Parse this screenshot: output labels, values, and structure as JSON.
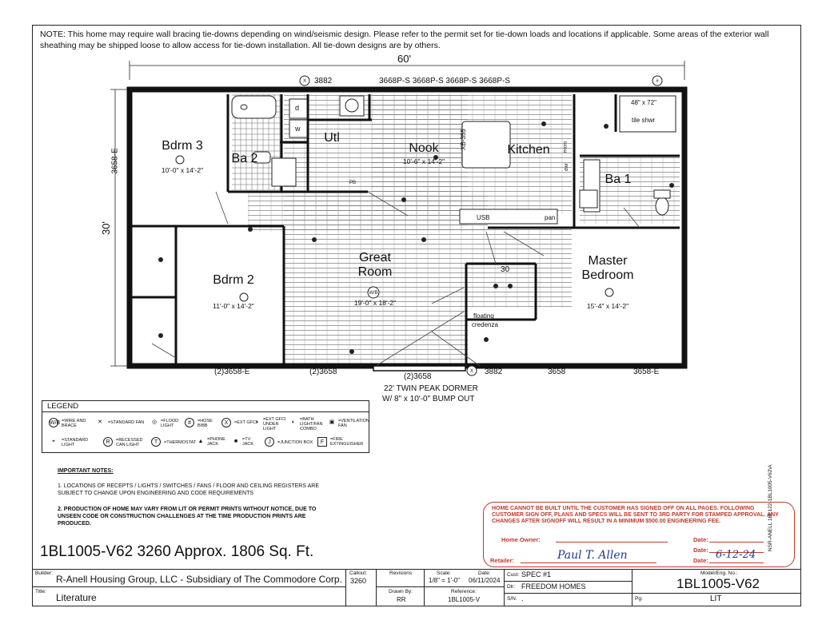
{
  "note": "NOTE: This home may require wall bracing tie-downs depending on wind/seismic design. Please refer to the permit set for tie-down loads and locations if applicable. Some areas of the exterior wall sheathing may be shipped loose to allow access for tie-down installation. All tie-down designs are by others.",
  "plan": {
    "overall_width": "60'",
    "overall_depth": "30'",
    "top_windows": "3668P-S 3668P-S 3668P-S 3668P-S",
    "top_left_window": "3882",
    "left_window": "3658-E",
    "bottom_windows": [
      "(2)3658-E",
      "(2)3658",
      "(2)3658",
      "3882",
      "3658",
      "3658-E"
    ],
    "dormer_note_1": "22' TWIN PEAK DORMER",
    "dormer_note_2": "W/ 8\" x 10'-0\" BUMP OUT",
    "rooms": {
      "bdrm3": {
        "name": "Bdrm 3",
        "size": "10'-0\" x 14'-2\""
      },
      "ba2": {
        "name": "Ba 2"
      },
      "utl": {
        "name": "Utl"
      },
      "nook": {
        "name": "Nook",
        "size": "10'-6\" x 14'-2\""
      },
      "kitchen": {
        "name": "Kitchen"
      },
      "ba1": {
        "name": "Ba 1"
      },
      "bdrm2": {
        "name": "Bdrm 2",
        "size": "11'-0\" x 14'-2\""
      },
      "great": {
        "name_1": "Great",
        "name_2": "Room",
        "size": "19'-0\" x 18'-2\""
      },
      "master": {
        "name_1": "Master",
        "name_2": "Bedroom",
        "size": "15'-4\" x 14'-2\""
      }
    },
    "labels": {
      "shower": "48\" x 72\"",
      "shower_2": "tile shwr",
      "island": "XB-355",
      "credenza_1": "floating",
      "credenza_2": "credenza",
      "closet_30": "30",
      "usb": "USB",
      "pan": "pan",
      "dwr": "dwr",
      "micro": "micro",
      "d": "d",
      "w": "w",
      "pb": "PB"
    }
  },
  "legend": {
    "title": "LEGEND",
    "items": [
      {
        "sym": "W/B",
        "label": "=WIRE AND BRACE"
      },
      {
        "sym": "✕",
        "label": "=STANDARD FAN"
      },
      {
        "sym": "◎",
        "label": "=FLOOD LIGHT"
      },
      {
        "sym": "#",
        "label": "=HOSE BIBB"
      },
      {
        "sym": "X",
        "label": "=EXT GFCI"
      },
      {
        "sym": "◑",
        "label": "=EXT GFCI UNDER LIGHT"
      },
      {
        "sym": "◐",
        "label": "=BATH LIGHT/FAN COMBO"
      },
      {
        "sym": "▣",
        "label": "=VENTILATION FAN"
      },
      {
        "sym": "⌖",
        "label": "=STANDARD LIGHT"
      },
      {
        "sym": "R",
        "label": "=RECESSED CAN LIGHT"
      },
      {
        "sym": "T",
        "label": "=THERMOSTAT"
      },
      {
        "sym": "▲",
        "label": "=PHONE JACK"
      },
      {
        "sym": "■",
        "label": "=TV JACK"
      },
      {
        "sym": "J",
        "label": "=JUNCTION BOX"
      },
      {
        "sym": "F",
        "label": "=FIRE EXTINGUISHER"
      }
    ]
  },
  "important": {
    "title": "IMPORTANT NOTES:",
    "n1": "1.    LOCATIONS OF RECEPTS / LIGHTS / SWITCHES / FANS / FLOOR AND CEILING REGISTERS ARE SUBJECT TO CHANGE UPON ENGINEERING AND CODE REQUIREMENTS",
    "n2": "2.    PRODUCTION OF HOME MAY VARY FROM LIT OR PERMIT PRINTS WITHOUT NOTICE, DUE TO UNSEEN CODE OR CONSTRUCTION CHALLENGES AT THE TIME PRODUCTION PRINTS ARE PRODUCED."
  },
  "stamp": {
    "text": "HOME CANNOT BE BUILT UNTIL THE CUSTOMER HAS SIGNED OFF ON ALL PAGES. FOLLOWING CUSTOMER SIGN OFF, PLANS AND SPECS WILL BE SENT TO 3RD PARTY FOR STAMPED APPROVAL. ANY CHANGES AFTER SIGNOFF WILL RESULT IN A MINIMUM $500.00 ENGINEERING FEE.",
    "home_owner": "Home Owner:",
    "retailer": "Retailer:",
    "date": "Date:",
    "signature": "Paul T. Allen",
    "signed_date": "6-12-24"
  },
  "model_line": "1BL1005-V62 3260  Approx. 1806 Sq. Ft.",
  "side_text": "NSR-ANELL 1BL122-1BL1005-V62\\A",
  "title_block": {
    "builder_label": "Builder:",
    "builder": "R-Anell Housing Group, LLC - Subsidiary of The Commodore Corp.",
    "title_label": "Title:",
    "title": "Literature",
    "callout_label": "Callout:",
    "callout": "3260",
    "revisions_label": "Revisions",
    "scale_label": "Scale:",
    "scale": "1/8\" = 1'-0\"",
    "date_label": "Date:",
    "date": "06/11/2024",
    "drawn_label": "Drawn By:",
    "drawn": "RR",
    "reference_label": "Reference:",
    "reference": "1BL1005-V",
    "cust_label": "Cust:",
    "cust": "SPEC #1",
    "dlr_label": "Dlr:",
    "dlr": "FREEDOM HOMES",
    "sn_label": "S/N:",
    "sn": ".",
    "model_label": "Model/Eng. No.:",
    "model": "1BL1005-V62",
    "pg_label": "Pg:",
    "pg": "LIT"
  },
  "colors": {
    "stamp": "#c0392b",
    "ink": "#111111",
    "signature": "#1f3a93"
  }
}
